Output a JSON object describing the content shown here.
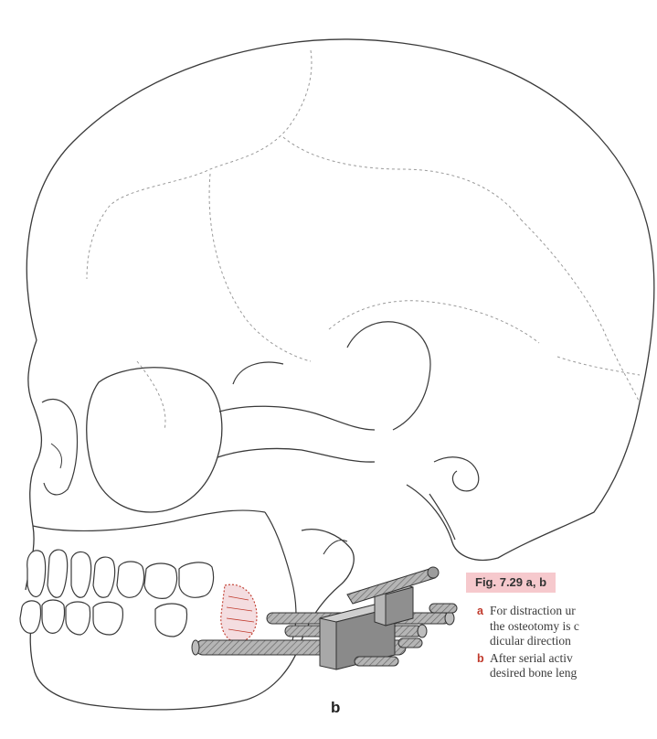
{
  "figure": {
    "panel_label": "b",
    "figure_tag": "Fig. 7.29 a, b",
    "caption": [
      {
        "letter": "a",
        "lines": [
          "For distraction ur",
          "the osteotomy is c",
          "dicular direction"
        ]
      },
      {
        "letter": "b",
        "lines": [
          "After serial activ",
          "desired bone leng"
        ]
      }
    ]
  },
  "colors": {
    "line": "#3a3a3a",
    "dotted": "#9a9a9a",
    "accent": "#c0392b",
    "tag_bg": "#f6c9cd",
    "device_fill": "#9c9c9c"
  }
}
